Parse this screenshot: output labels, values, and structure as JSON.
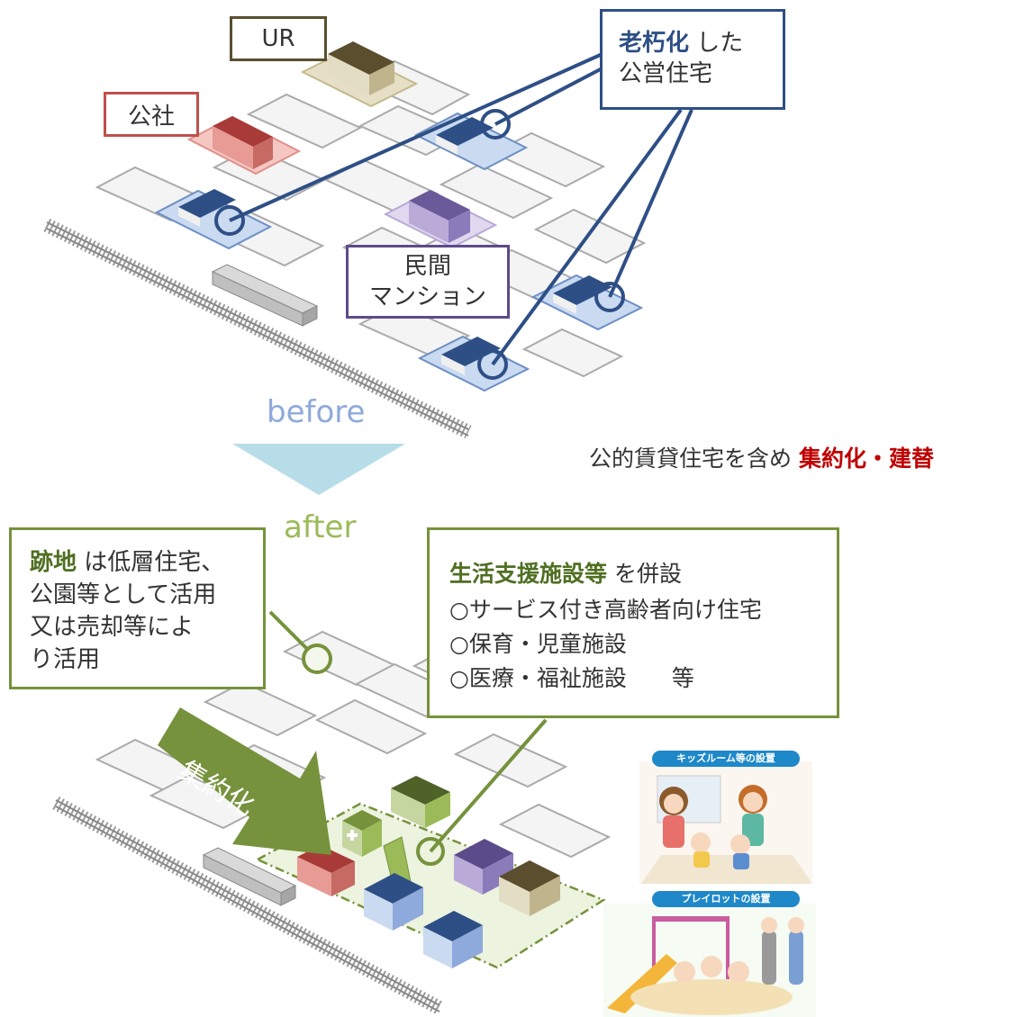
{
  "labels": {
    "ur": "UR",
    "kousha": "公社",
    "minkan_line1": "民間",
    "minkan_line2": "マンション",
    "rouku_bold": "老朽化",
    "rouku_rest": " した",
    "rouku_line2": "公営住宅"
  },
  "stage": {
    "before": "before",
    "after": "after"
  },
  "summary": {
    "prefix": "公的賃貸住宅を含め ",
    "highlight": "集約化・建替"
  },
  "atochi": {
    "bold": "跡地",
    "rest_line1": " は低層住宅、",
    "line2": "公園等として活用",
    "line3": "又は売却等によ",
    "line4": "り活用"
  },
  "facilities": {
    "bold": "生活支援施設等",
    "rest": " を併設",
    "items": [
      "○サービス付き高齢者向け住宅",
      "○保育・児童施設",
      "○医療・福祉施設　　等"
    ]
  },
  "arrow_label": "集約化",
  "promo": {
    "top_heading": "キッズルーム等の設置",
    "bottom_heading": "プレイロットの設置"
  },
  "colors": {
    "public_housing": "#2e4f86",
    "ur": "#5a4e2e",
    "kousha": "#c0504d",
    "minkan": "#5c4b8a",
    "after_green": "#76923c",
    "before_text": "#8ea9db",
    "after_text": "#9bbb59",
    "summary_red": "#c00000",
    "down_arrow": "#b7dde8"
  }
}
